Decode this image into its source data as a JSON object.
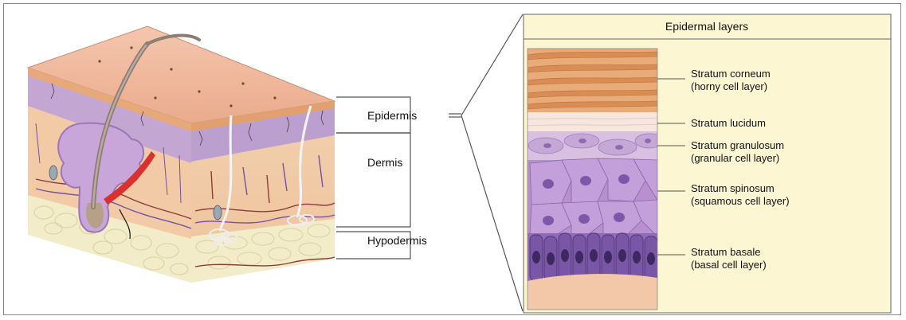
{
  "left_labels": {
    "epidermis": "Epidermis",
    "dermis": "Dermis",
    "hypodermis": "Hypodermis"
  },
  "panel": {
    "title": "Epidermal layers",
    "layers": [
      {
        "name": "Stratum corneum",
        "note": "(horny cell layer)"
      },
      {
        "name": "Stratum lucidum",
        "note": ""
      },
      {
        "name": "Stratum granulosum",
        "note": "(granular cell layer)"
      },
      {
        "name": "Stratum spinosum",
        "note": "(squamous cell layer)"
      },
      {
        "name": "Stratum basale",
        "note": "(basal cell layer)"
      }
    ]
  },
  "colors": {
    "panel_bg": "#fdf6d3",
    "surface": "#f0b79b",
    "epidermis_purple": "#b39bc9",
    "dermis": "#f1c9a4",
    "hypodermis": "#f3ecc8",
    "corneum": "#e8a26c",
    "cell_purple": "#b68ccc",
    "nucleus": "#7e58a8",
    "basal_dark": "#6b4b96"
  }
}
